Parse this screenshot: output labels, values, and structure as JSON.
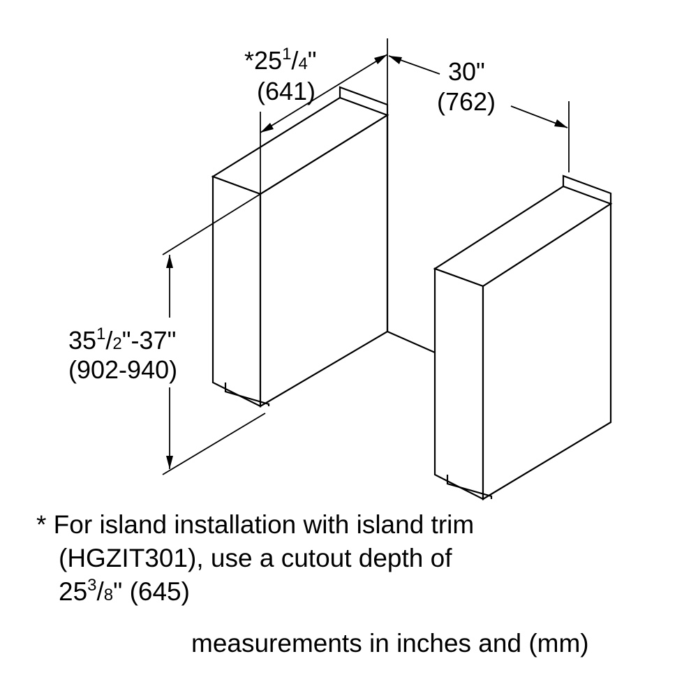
{
  "dimensions": {
    "depth": {
      "prefix": "*",
      "whole": "25",
      "num": "1",
      "den": "4",
      "unit": "\"",
      "mm": "(641)"
    },
    "width": {
      "imperial": "30\"",
      "mm": "(762)"
    },
    "height": {
      "whole": "35",
      "num": "1",
      "den": "2",
      "range_end": "\"-37\"",
      "mm": "(902-940)"
    }
  },
  "footnote": {
    "line1": "* For island installation with island trim",
    "line2": "(HGZIT301), use a cutout depth of",
    "line3_whole": "25",
    "line3_num": "3",
    "line3_den": "8",
    "line3_rest": "\" (645)"
  },
  "units_note": "measurements in inches and (mm)"
}
